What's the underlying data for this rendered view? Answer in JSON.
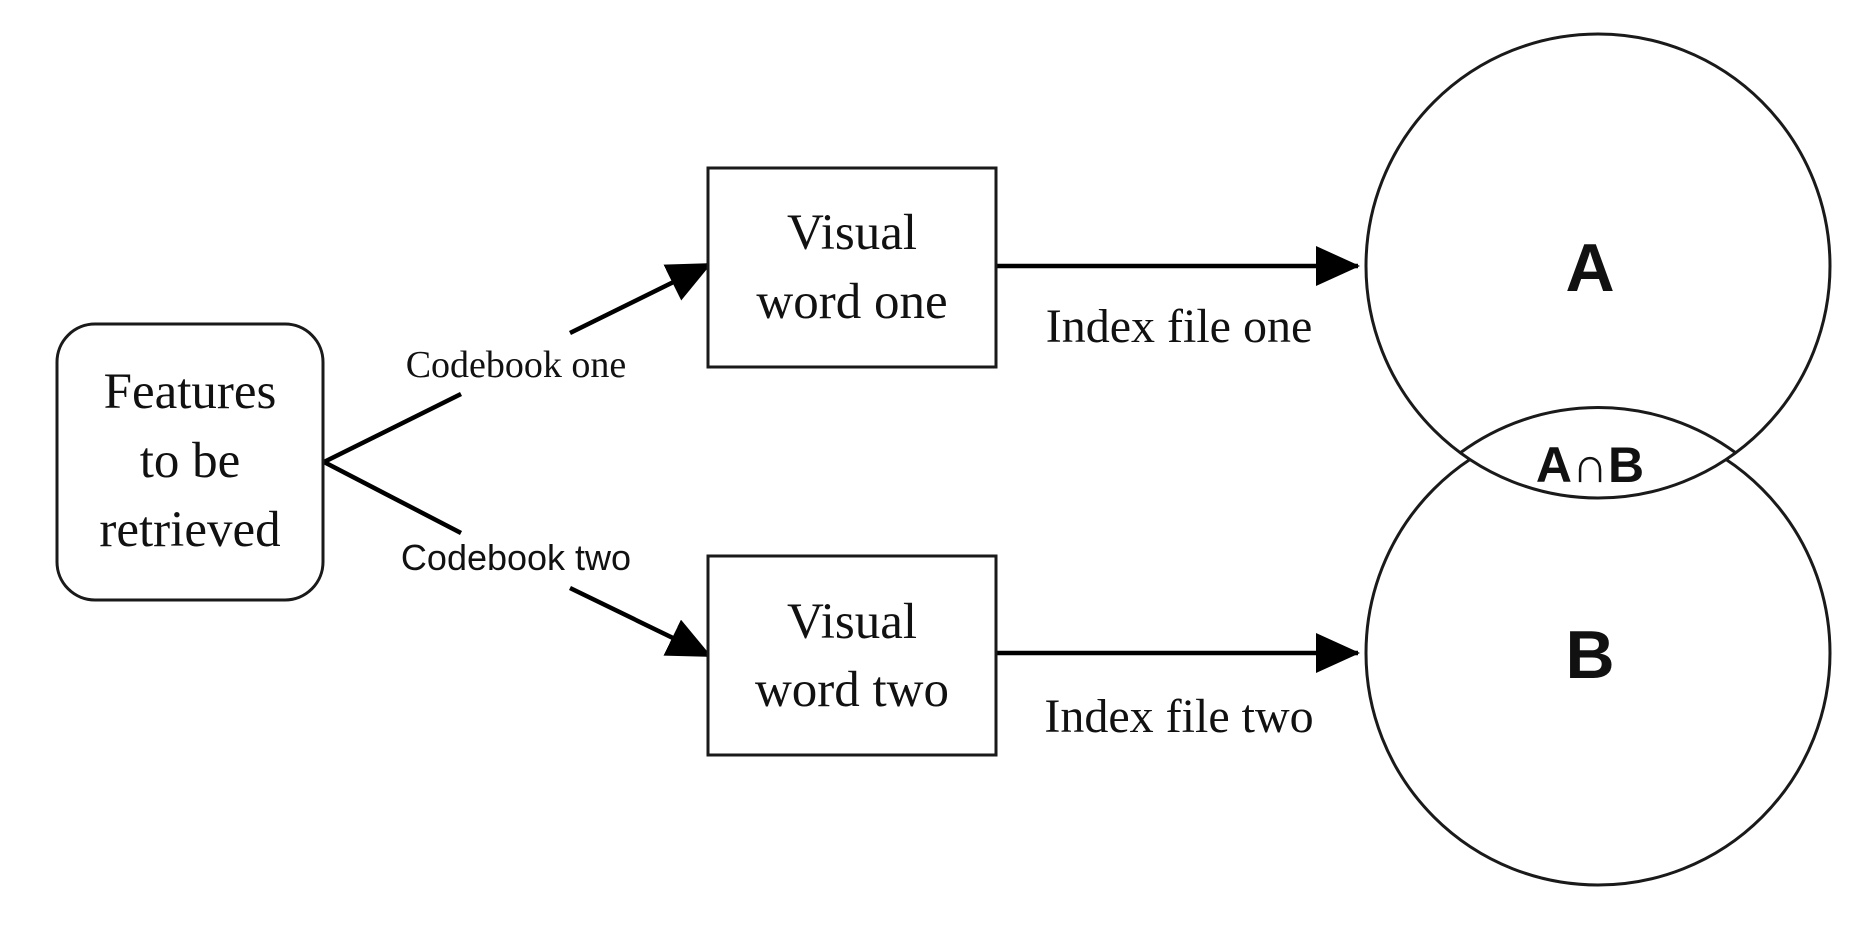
{
  "nodes": {
    "features": {
      "lines": [
        "Features",
        "to be",
        "retrieved"
      ]
    },
    "visual_word_one": {
      "lines": [
        "Visual",
        "word one"
      ]
    },
    "visual_word_two": {
      "lines": [
        "Visual",
        "word two"
      ]
    }
  },
  "edges": {
    "codebook_one": "Codebook one",
    "codebook_two": "Codebook two",
    "index_file_one": "Index file one",
    "index_file_two": "Index file two"
  },
  "sets": {
    "a": "A",
    "b": "B",
    "intersection": "A∩B"
  }
}
